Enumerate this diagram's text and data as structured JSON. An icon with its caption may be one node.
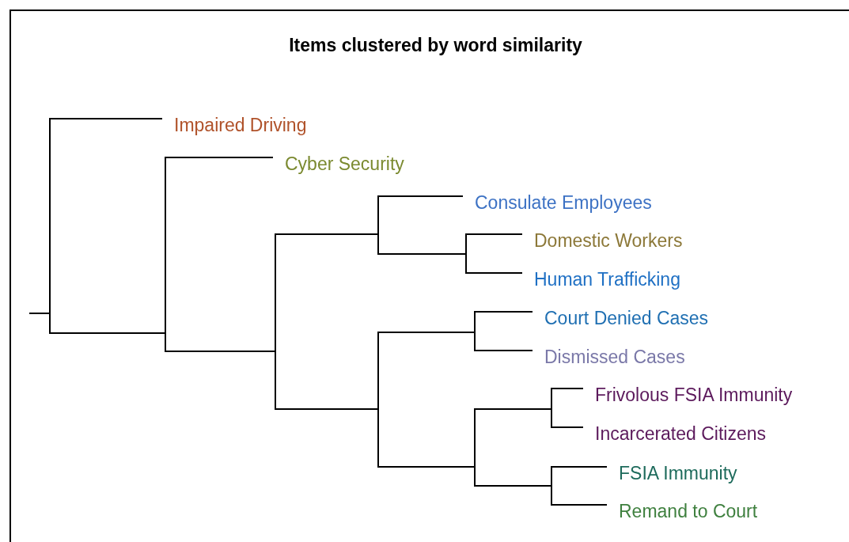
{
  "diagram": {
    "title": "Items clustered by word similarity",
    "nodes": [
      {
        "text": [],
        "shape": "bar"
      },
      {
        "text": [
          "Impaired Driving"
        ]
      },
      {
        "text": [],
        "shape": "bar"
      },
      {
        "text": [
          "Cyber Security"
        ]
      },
      {
        "text": [],
        "shape": "bar"
      },
      {
        "text": [],
        "shape": "bar"
      },
      {
        "text": [
          "Consulate Employees"
        ]
      },
      {
        "text": [],
        "shape": "bar"
      },
      {
        "text": [
          "Domestic Workers"
        ]
      },
      {
        "text": [
          "Human Trafficking"
        ]
      },
      {
        "text": [],
        "shape": "bar"
      },
      {
        "text": [],
        "shape": "bar"
      },
      {
        "text": [
          "Court Denied Cases"
        ]
      },
      {
        "text": [
          "Dismissed Cases"
        ]
      },
      {
        "text": [],
        "shape": "bar"
      },
      {
        "text": [],
        "shape": "bar"
      },
      {
        "text": [
          "Frivolous FSIA Immunity"
        ]
      },
      {
        "text": [
          "Incarcerated Citizens"
        ]
      },
      {
        "text": [],
        "shape": "bar"
      },
      {
        "text": [
          "FSIA Immunity"
        ]
      },
      {
        "text": [
          "Remand to Court"
        ]
      }
    ],
    "edges": [
      {
        "from": null,
        "to": 0,
        "arrow": "none"
      },
      {
        "from": 0,
        "to": 1,
        "arrow": "none"
      },
      {
        "from": 0,
        "to": 2,
        "arrow": "none"
      },
      {
        "from": 2,
        "to": 3,
        "arrow": "none"
      },
      {
        "from": 2,
        "to": 4,
        "arrow": "none"
      },
      {
        "from": 4,
        "to": 5,
        "arrow": "none"
      },
      {
        "from": 5,
        "to": 6,
        "arrow": "none"
      },
      {
        "from": 5,
        "to": 7,
        "arrow": "none"
      },
      {
        "from": 7,
        "to": 8,
        "arrow": "none"
      },
      {
        "from": 7,
        "to": 9,
        "arrow": "none"
      },
      {
        "from": 4,
        "to": 10,
        "arrow": "none"
      },
      {
        "from": 10,
        "to": 11,
        "arrow": "none"
      },
      {
        "from": 11,
        "to": 12,
        "arrow": "none"
      },
      {
        "from": 11,
        "to": 13,
        "arrow": "none"
      },
      {
        "from": 10,
        "to": 14,
        "arrow": "none"
      },
      {
        "from": 14,
        "to": 15,
        "arrow": "none"
      },
      {
        "from": 15,
        "to": 16,
        "arrow": "none"
      },
      {
        "from": 15,
        "to": 17,
        "arrow": "none"
      },
      {
        "from": 14,
        "to": 18,
        "arrow": "none"
      },
      {
        "from": 18,
        "to": 19,
        "arrow": "none"
      },
      {
        "from": 18,
        "to": 20,
        "arrow": "none"
      }
    ]
  }
}
